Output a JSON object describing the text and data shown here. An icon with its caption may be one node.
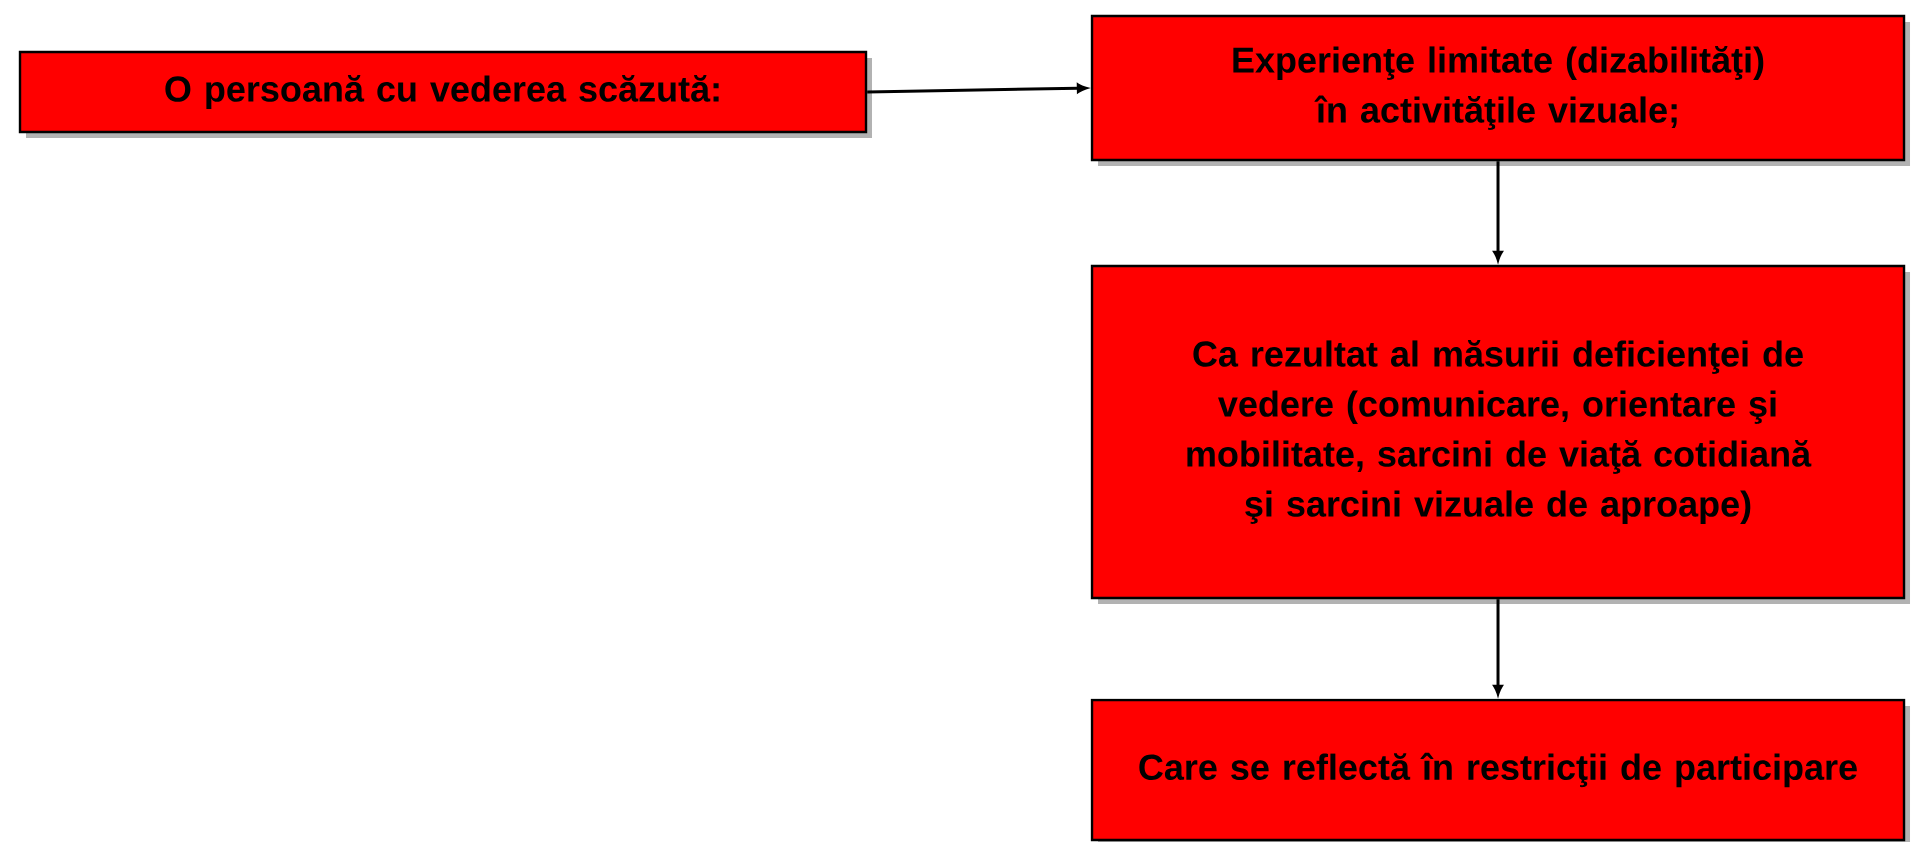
{
  "diagram": {
    "nodes": [
      {
        "text": [
          "O persoană cu vederea scăzută:"
        ]
      },
      {
        "text": [
          "Experienţe limitate (dizabilităţi) în activităţile vizuale;"
        ]
      },
      {
        "text": [
          "Ca rezultat al măsurii deficienţei de vedere (comunicare, orientare şi mobilitate, sarcini de viaţă cotidiană şi sarcini vizuale de aproape)"
        ]
      },
      {
        "text": [
          "Care se reflectă în restricţii de participare"
        ]
      }
    ],
    "edges": [
      {
        "from": 0,
        "to": 1,
        "arrow": "to"
      },
      {
        "from": 1,
        "to": 2,
        "arrow": "to"
      },
      {
        "from": 2,
        "to": 3,
        "arrow": "to"
      }
    ]
  }
}
